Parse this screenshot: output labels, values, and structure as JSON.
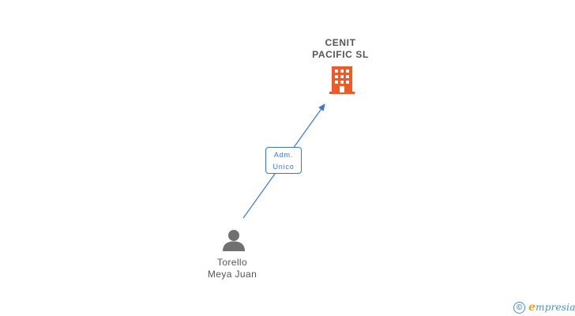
{
  "company": {
    "name_line1": "CENIT",
    "name_line2": "PACIFIC SL",
    "icon": "building-icon",
    "color": "#f05a28"
  },
  "relation": {
    "role_line1": "Adm.",
    "role_line2": "Unico",
    "color": "#3a78d0"
  },
  "person": {
    "name_line1": "Torello",
    "name_line2": "Meya Juan",
    "icon": "person-icon",
    "color": "#707070"
  },
  "brand": {
    "copyright": "©",
    "name_first": "e",
    "name_rest": "mpresia",
    "color": "#4a90c0",
    "accent": "#f2a11b"
  }
}
